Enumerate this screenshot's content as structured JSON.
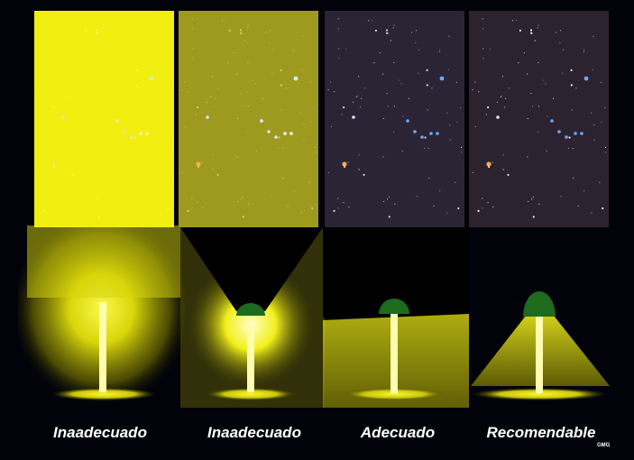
{
  "panels": [
    {
      "label": "Inaadecuado",
      "sky_tint": "#f2ee10",
      "shielding": "none"
    },
    {
      "label": "Inaadecuado",
      "sky_tint": "#9e9a20",
      "shielding": "inverted-cap"
    },
    {
      "label": "Adecuado",
      "sky_tint": "#2a2435",
      "shielding": "dome-cap"
    },
    {
      "label": "Recomendable",
      "sky_tint": "#2c2230",
      "shielding": "full-cutoff"
    }
  ],
  "credit": "GMG",
  "colors": {
    "background": "#02030a",
    "light_yellow": "#f5f214",
    "lamp_pole": "#fffbb0",
    "shade_green": "#1e6b1e"
  }
}
